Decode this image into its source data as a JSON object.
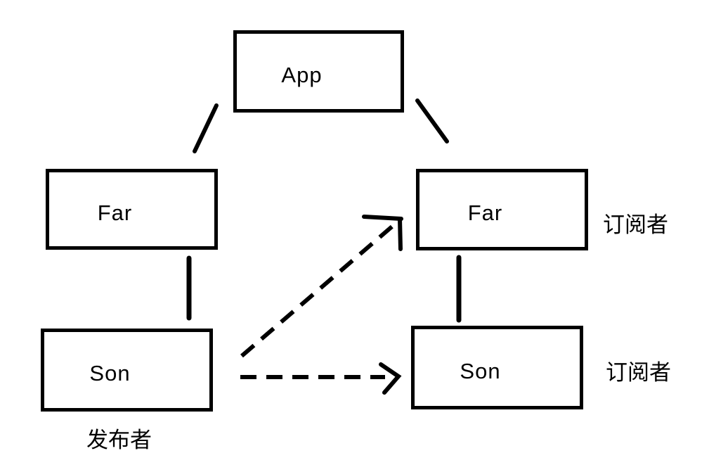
{
  "diagram": {
    "title": "publish-subscribe component relationship diagram",
    "nodes": {
      "app": {
        "label": "App"
      },
      "far_left": {
        "label": "Far"
      },
      "far_right": {
        "label": "Far"
      },
      "son_left": {
        "label": "Son"
      },
      "son_right": {
        "label": "Son"
      }
    },
    "annotations": {
      "publisher": "发布者",
      "subscriber_far": "订阅者",
      "subscriber_son": "订阅者"
    },
    "edges": [
      {
        "from": "app",
        "to": "far_left",
        "style": "solid"
      },
      {
        "from": "app",
        "to": "far_right",
        "style": "solid"
      },
      {
        "from": "far_left",
        "to": "son_left",
        "style": "solid"
      },
      {
        "from": "far_right",
        "to": "son_right",
        "style": "solid"
      },
      {
        "from": "son_left",
        "to": "far_right",
        "style": "dashed-arrow"
      },
      {
        "from": "son_left",
        "to": "son_right",
        "style": "dashed-arrow"
      }
    ],
    "colors": {
      "stroke": "#000000",
      "background": "#ffffff"
    }
  }
}
